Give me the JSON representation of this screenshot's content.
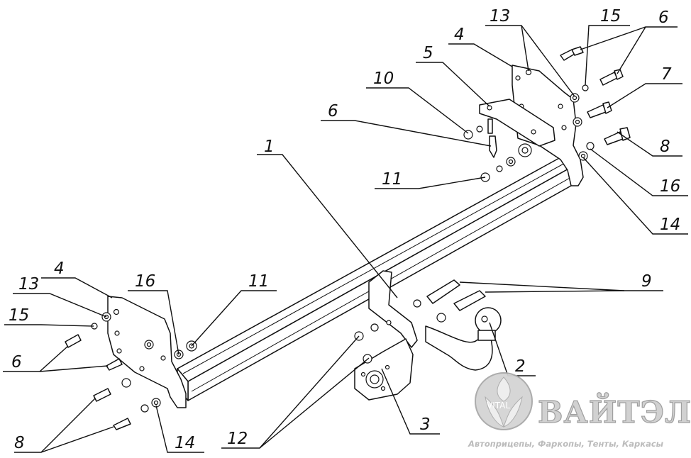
{
  "labels": [
    {
      "id": "l1",
      "text": "1"
    },
    {
      "id": "l2",
      "text": "2"
    },
    {
      "id": "l3",
      "text": "3"
    },
    {
      "id": "l4a",
      "text": "4"
    },
    {
      "id": "l4b",
      "text": "4"
    },
    {
      "id": "l5",
      "text": "5"
    },
    {
      "id": "l6a",
      "text": "6"
    },
    {
      "id": "l6b",
      "text": "6"
    },
    {
      "id": "l6c",
      "text": "6"
    },
    {
      "id": "l7",
      "text": "7"
    },
    {
      "id": "l8a",
      "text": "8"
    },
    {
      "id": "l8b",
      "text": "8"
    },
    {
      "id": "l9",
      "text": "9"
    },
    {
      "id": "l10",
      "text": "10"
    },
    {
      "id": "l11a",
      "text": "11"
    },
    {
      "id": "l11b",
      "text": "11"
    },
    {
      "id": "l12",
      "text": "12"
    },
    {
      "id": "l13a",
      "text": "13"
    },
    {
      "id": "l13b",
      "text": "13"
    },
    {
      "id": "l14a",
      "text": "14"
    },
    {
      "id": "l14b",
      "text": "14"
    },
    {
      "id": "l15a",
      "text": "15"
    },
    {
      "id": "l15b",
      "text": "15"
    },
    {
      "id": "l16a",
      "text": "16"
    },
    {
      "id": "l16b",
      "text": "16"
    }
  ],
  "brand": {
    "emblem_text": "VITAL",
    "name": "ВАЙТЭЛ",
    "tagline": "Автоприцепы, Фаркопы, Тенты, Каркасы",
    "color": "#c8c8c8"
  }
}
